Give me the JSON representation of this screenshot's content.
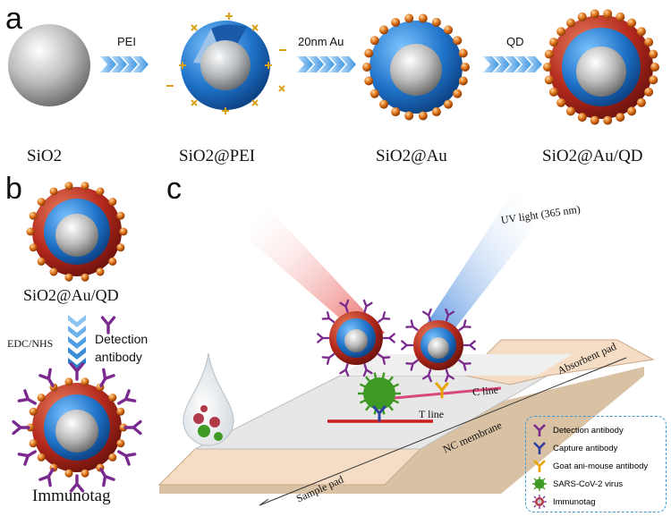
{
  "panels": {
    "a": "a",
    "b": "b",
    "c": "c"
  },
  "panel_a": {
    "particles": [
      "SiO2",
      "SiO2@PEI",
      "SiO2@Au",
      "SiO2@Au/QD"
    ],
    "steps": [
      "PEI",
      "20nm Au",
      "QD"
    ]
  },
  "panel_b": {
    "top_label": "SiO2@Au/QD",
    "reagent": "EDC/NHS",
    "antibody_label": [
      "Detection",
      "antibody"
    ],
    "bottom_label": "Immunotag"
  },
  "panel_c": {
    "uv_light": "UV light (365 nm)",
    "c_line": "C line",
    "t_line": "T line",
    "absorbent_pad": "Absorbent pad",
    "nc_membrane": "NC membrane",
    "sample_pad": "Sample pad"
  },
  "legend": [
    {
      "icon": "detection-antibody-icon",
      "label": "Detection antibody",
      "color": "#7a2a8e"
    },
    {
      "icon": "capture-antibody-icon",
      "label": "Capture antibody",
      "color": "#2f3fa0"
    },
    {
      "icon": "goat-antibody-icon",
      "label": "Goat ani-mouse antibody",
      "color": "#e8a400"
    },
    {
      "icon": "virus-icon",
      "label": "SARS-CoV-2 virus",
      "color": "#3f9a25"
    },
    {
      "icon": "immunotag-icon",
      "label": "Immunotag",
      "color": "#b13a4a"
    }
  ],
  "colors": {
    "silica": "#c9c9c9",
    "pei": "#2a7fd4",
    "gold": "#e07a20",
    "qd": "#c0392b",
    "arrow": "#5aa7e6"
  }
}
